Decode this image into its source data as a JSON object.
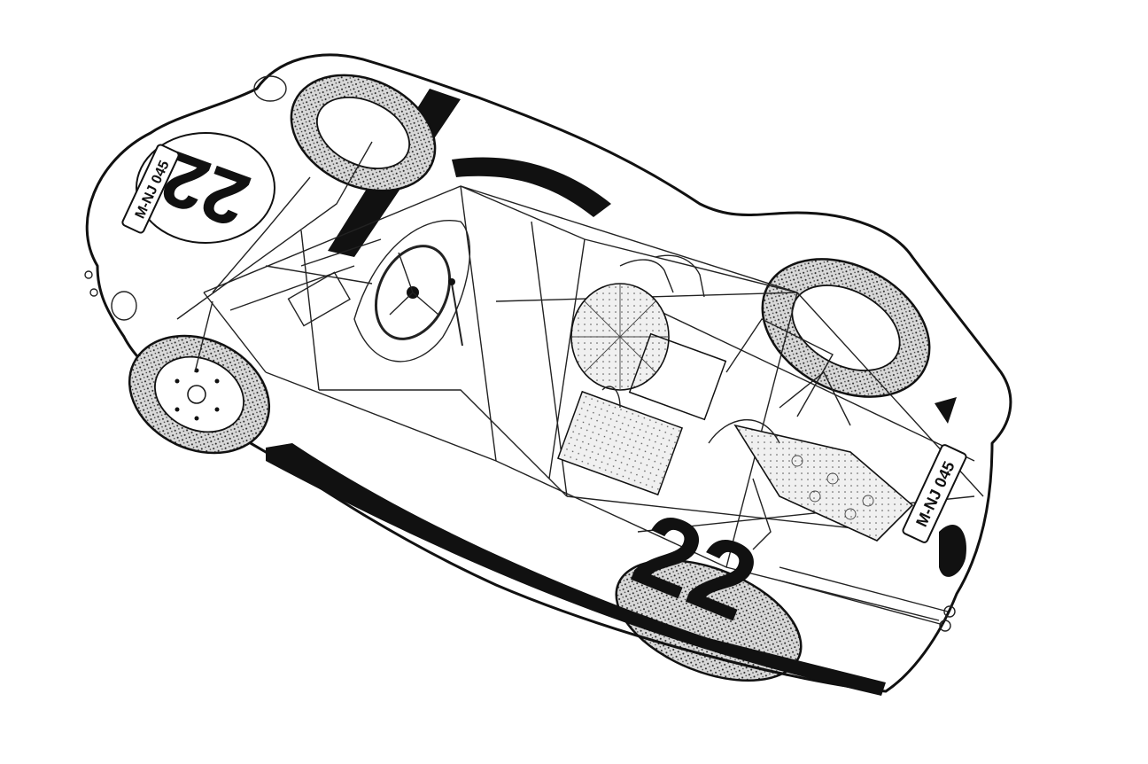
{
  "race_number_front": "22",
  "race_number_side": "22",
  "plate_front": "M-NJ 045",
  "plate_rear": "M-NJ 045",
  "colors": {
    "ink": "#111111",
    "paper": "#ffffff"
  }
}
